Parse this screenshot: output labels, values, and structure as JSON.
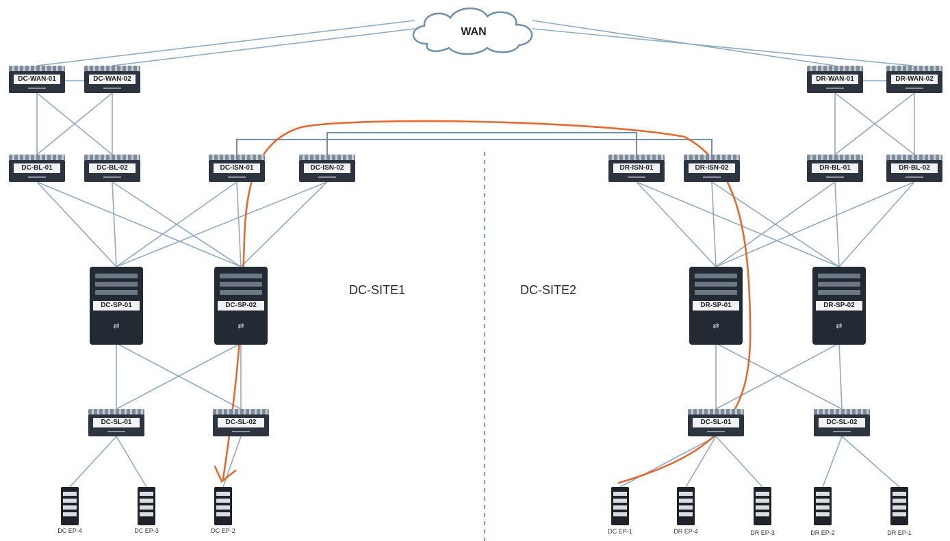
{
  "wan": {
    "label": "WAN"
  },
  "sites": {
    "site1": "DC-SITE1",
    "site2": "DC-SITE2"
  },
  "devices": {
    "dc_wan_01": "DC-WAN-01",
    "dc_wan_02": "DC-WAN-02",
    "dr_wan_01": "DR-WAN-01",
    "dr_wan_02": "DR-WAN-02",
    "dc_bl_01": "DC-BL-01",
    "dc_bl_02": "DC-BL-02",
    "dc_isn_01": "DC-ISN-01",
    "dc_isn_02": "DC-ISN-02",
    "dr_isn_01": "DR-ISN-01",
    "dr_isn_02": "DR-ISN-02",
    "dr_bl_01": "DR-BL-01",
    "dr_bl_02": "DR-BL-02",
    "dc_sp_01": "DC-SP-01",
    "dc_sp_02": "DC-SP-02",
    "dr_sp_01": "DR-SP-01",
    "dr_sp_02": "DR-SP-02",
    "dc_sl_01": "DC-SL-01",
    "dc_sl_02": "DC-SL-02",
    "dr_sl_01": "DC-SL-01",
    "dr_sl_02": "DC-SL-02"
  },
  "endpoints": {
    "dc_ep_4": "DC EP-4",
    "dc_ep_3": "DC EP-3",
    "dc_ep_2": "DC EP-2",
    "dc_ep_1": "DC EP-1",
    "dr_ep_4": "DR EP-4",
    "dr_ep_3": "DR EP-3",
    "dr_ep_2": "DR EP-2",
    "dr_ep_1": "DR EP-1"
  },
  "colors": {
    "link": "#8fa9bf",
    "flow": "#e5692e",
    "device": "#2c3440"
  }
}
